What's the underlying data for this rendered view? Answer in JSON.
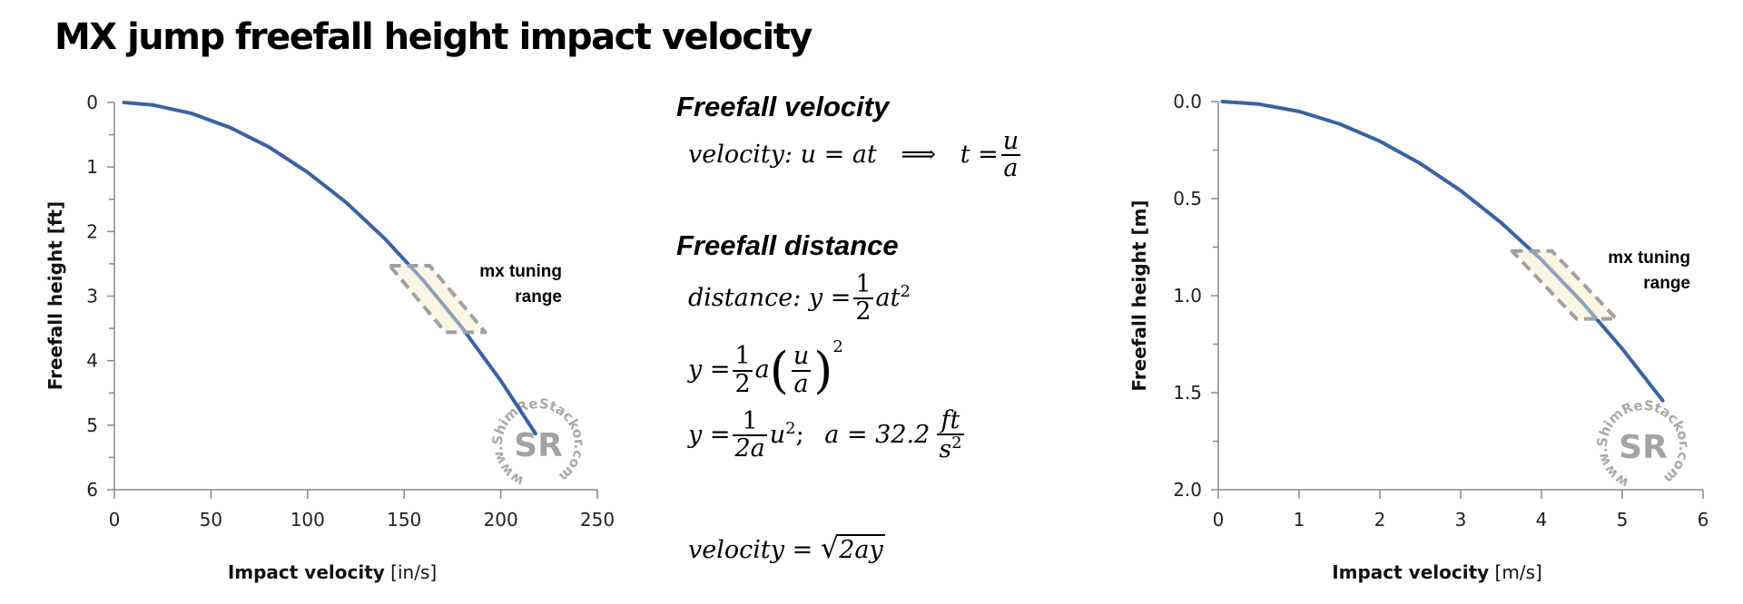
{
  "title": "MX jump freefall height impact velocity",
  "equations": {
    "velocity_heading": "Freefall velocity",
    "velocity_eq": {
      "lhs": "velocity: u = at",
      "implies": "⟹",
      "rhs_lhs": "t =",
      "rhs_num": "u",
      "rhs_den": "a"
    },
    "distance_heading": "Freefall distance",
    "distance_eq": {
      "lhs": "distance: y =",
      "frac_num": "1",
      "frac_den": "2",
      "tail": "at",
      "exp": "2"
    },
    "eq2": {
      "lhs": "y =",
      "frac_num": "1",
      "frac_den": "2",
      "a": "a",
      "inner_num": "u",
      "inner_den": "a",
      "exp": "2"
    },
    "eq3": {
      "lhs": "y =",
      "frac_num": "1",
      "frac_den": "2a",
      "u": "u",
      "exp": "2",
      "sep": ";",
      "a_eq": "a = 32.2",
      "unit_num": "ft",
      "unit_den": "s",
      "unit_exp": "2"
    },
    "eq4": {
      "lhs": "velocity =",
      "radicand": "2ay"
    }
  },
  "chart_data": [
    {
      "type": "line",
      "title": "",
      "xlabel": "Impact velocity",
      "xlabel_unit": "[in/s]",
      "ylabel": "Freefall height",
      "ylabel_unit": "[ft]",
      "xlim": [
        0,
        250
      ],
      "ylim": [
        6,
        0
      ],
      "y_inverted": true,
      "x_ticks": [
        "0",
        "50",
        "100",
        "150",
        "200",
        "250"
      ],
      "y_ticks": [
        "0",
        "1",
        "2",
        "3",
        "4",
        "5",
        "6"
      ],
      "grid": false,
      "series": [
        {
          "name": "Freefall height vs impact velocity",
          "color": "#3a62a0",
          "x": [
            5,
            20,
            40,
            60,
            80,
            100,
            120,
            140,
            160,
            180,
            200,
            218
          ],
          "y": [
            0.0,
            0.04,
            0.17,
            0.39,
            0.69,
            1.08,
            1.55,
            2.11,
            2.76,
            3.49,
            4.31,
            5.13
          ]
        }
      ],
      "annotations": [
        {
          "text_line1": "mx tuning",
          "text_line2": "range",
          "y_range": [
            2.53,
            3.56
          ],
          "x_range": [
            146,
            189
          ]
        }
      ],
      "watermark": {
        "ring_text": "www.ShimReStackor.com",
        "center_text": "SR"
      }
    },
    {
      "type": "line",
      "title": "",
      "xlabel": "Impact velocity",
      "xlabel_unit": "[m/s]",
      "ylabel": "Freefall height",
      "ylabel_unit": "[m]",
      "xlim": [
        0,
        6
      ],
      "ylim": [
        2.0,
        0.0
      ],
      "y_inverted": true,
      "x_ticks": [
        "0",
        "1",
        "2",
        "3",
        "4",
        "5",
        "6"
      ],
      "y_ticks": [
        "0.0",
        "0.5",
        "1.0",
        "1.5",
        "2.0"
      ],
      "grid": false,
      "series": [
        {
          "name": "Freefall height vs impact velocity",
          "color": "#3a62a0",
          "x": [
            0.05,
            0.5,
            1.0,
            1.5,
            2.0,
            2.5,
            3.0,
            3.5,
            4.0,
            4.5,
            5.0,
            5.5
          ],
          "y": [
            0.0,
            0.013,
            0.051,
            0.115,
            0.204,
            0.319,
            0.459,
            0.624,
            0.815,
            1.032,
            1.274,
            1.54
          ]
        }
      ],
      "annotations": [
        {
          "text_line1": "mx tuning",
          "text_line2": "range",
          "y_range": [
            0.77,
            1.12
          ],
          "x_range": [
            3.7,
            4.9
          ]
        }
      ],
      "watermark": {
        "ring_text": "www.ShimReStackor.com",
        "center_text": "SR"
      }
    }
  ]
}
